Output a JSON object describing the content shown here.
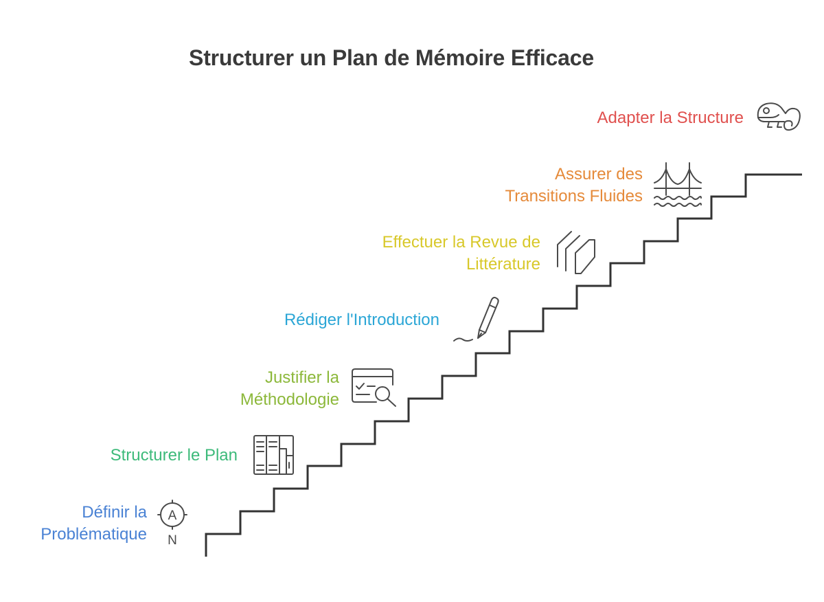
{
  "title": "Structurer un Plan de Mémoire Efficace",
  "colors": {
    "title": "#3a3a3a",
    "stairs": "#333333",
    "icon_stroke": "#4a4a4a",
    "step_1": "#4a82d4",
    "step_2": "#3dba7a",
    "step_3": "#8cb83a",
    "step_4": "#2ba6d6",
    "step_5": "#d8c82a",
    "step_6": "#e58a3a",
    "step_7": "#e0504e"
  },
  "steps": [
    {
      "lines": [
        "Définir la",
        "Problématique"
      ],
      "icon": "compass-icon",
      "color": "#4a82d4"
    },
    {
      "lines": [
        "Structurer le Plan"
      ],
      "icon": "blueprint-icon",
      "color": "#3dba7a"
    },
    {
      "lines": [
        "Justifier la",
        "Méthodologie"
      ],
      "icon": "checklist-magnifier-icon",
      "color": "#8cb83a"
    },
    {
      "lines": [
        "Rédiger l'Introduction"
      ],
      "icon": "pen-writing-icon",
      "color": "#2ba6d6"
    },
    {
      "lines": [
        "Effectuer la Revue de",
        "Littérature"
      ],
      "icon": "layers-icon",
      "color": "#d8c82a"
    },
    {
      "lines": [
        "Assurer des",
        "Transitions Fluides"
      ],
      "icon": "bridge-icon",
      "color": "#e58a3a"
    },
    {
      "lines": [
        "Adapter la Structure"
      ],
      "icon": "chameleon-icon",
      "color": "#e0504e"
    }
  ],
  "icon_texts": {
    "compass_letter_top": "A",
    "compass_letter_bottom": "N"
  }
}
